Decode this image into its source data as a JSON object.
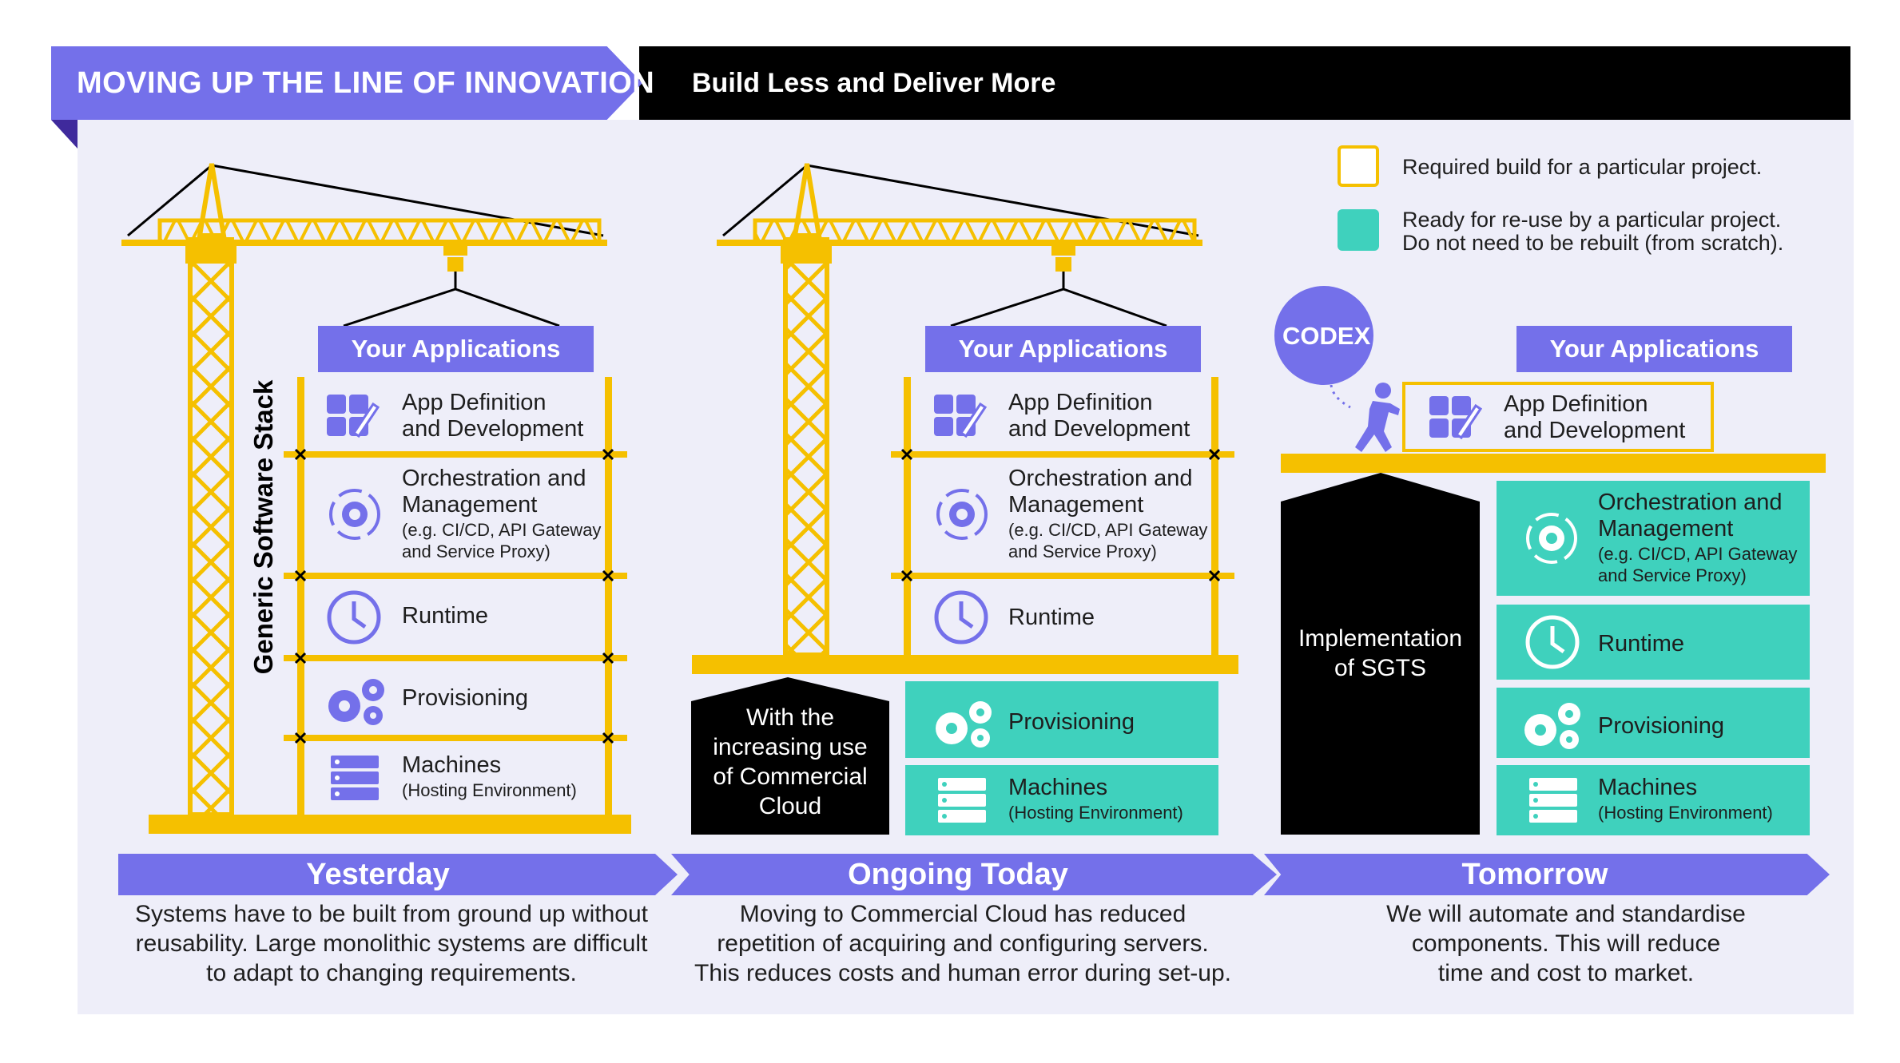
{
  "header": {
    "title": "MOVING UP THE LINE OF INNOVATION",
    "subtitle": "Build Less and Deliver More"
  },
  "legend": {
    "required": "Required build for a particular project.",
    "ready_line1": "Ready for re-use by a particular project.",
    "ready_line2": "Do not need to be rebuilt (from scratch)."
  },
  "colors": {
    "purple": "#7470ea",
    "yellow": "#f5c000",
    "teal": "#3fd1bd",
    "black": "#000000",
    "panel": "#eeeef9"
  },
  "stack": {
    "your_applications": "Your Applications",
    "app_def_1": "App Definition",
    "app_def_2": "and Development",
    "orch_1": "Orchestration and",
    "orch_2": "Management",
    "orch_3": "(e.g. CI/CD, API Gateway",
    "orch_4": "and Service Proxy)",
    "runtime": "Runtime",
    "provisioning": "Provisioning",
    "machines": "Machines",
    "machines_sub": "(Hosting Environment)"
  },
  "yesterday": {
    "vertical_label": "Generic Software Stack",
    "band": "Yesterday",
    "desc_1": "Systems have to be built from ground up without",
    "desc_2": "reusability. Large monolithic systems are difficult",
    "desc_3": "to adapt to changing requirements."
  },
  "today": {
    "house_1": "With the",
    "house_2": "increasing use",
    "house_3": "of Commercial",
    "house_4": "Cloud",
    "band": "Ongoing Today",
    "desc_1": "Moving to Commercial Cloud has reduced",
    "desc_2": "repetition of acquiring and configuring servers.",
    "desc_3": "This reduces costs and  human error during set-up."
  },
  "tomorrow": {
    "codex": "CODEX",
    "house_1": "Implementation",
    "house_2": "of SGTS",
    "band": "Tomorrow",
    "desc_1": "We will automate and standardise",
    "desc_2": "components. This will reduce",
    "desc_3": "time and cost to market."
  }
}
